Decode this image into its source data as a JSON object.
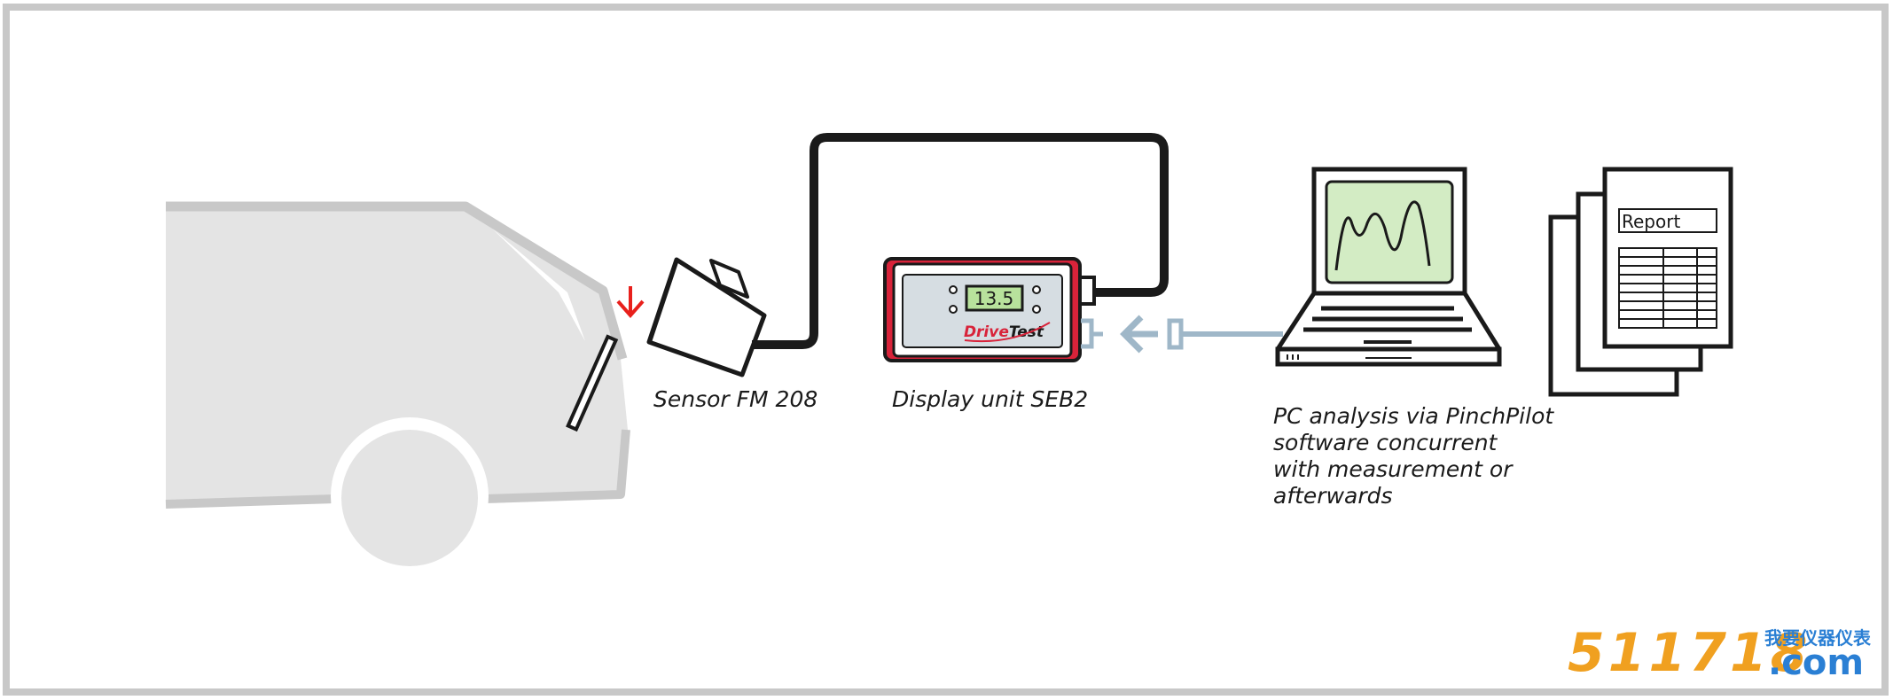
{
  "labels": {
    "sensor": "Sensor FM 208",
    "display": "Display unit SEB2",
    "pc_lines": [
      "PC analysis via PinchPilot",
      "software concurrent",
      "with measurement or",
      "afterwards"
    ]
  },
  "device": {
    "readout": "13.5",
    "brand_a": "Drive",
    "brand_b": "Test"
  },
  "report": {
    "title": "Report"
  },
  "watermark": {
    "number": "511718",
    "domain": ".com",
    "chinese": "我要仪器仪表"
  },
  "colors": {
    "frame": "#c8c8c8",
    "car": "#e4e4e4",
    "car_outline": "#c8c8c8",
    "arrow_red": "#e8201c",
    "device_red": "#d8233a",
    "lcd_green": "#b8e29c",
    "connector_blue": "#9fb7c8",
    "laptop_screen": "#d3ecc4",
    "watermark_orange": "#f0a020",
    "watermark_blue": "#2a7fd4"
  }
}
